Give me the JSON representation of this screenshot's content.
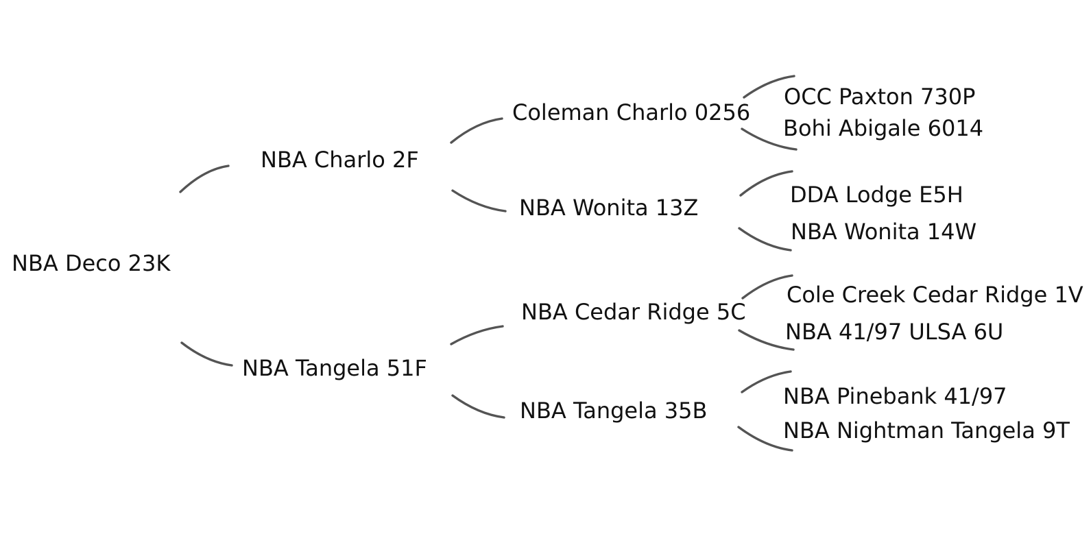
{
  "diagram": {
    "kind": "pedigree-tree",
    "orientation": "left-to-right",
    "generations": 4,
    "colors": {
      "background": "#ffffff",
      "text": "#111111",
      "connector": "#545454"
    }
  },
  "tree": {
    "label": "NBA Deco 23K",
    "children": [
      {
        "label": "NBA Charlo 2F",
        "children": [
          {
            "label": "Coleman Charlo 0256",
            "children": [
              {
                "label": "OCC Paxton 730P"
              },
              {
                "label": "Bohi Abigale 6014"
              }
            ]
          },
          {
            "label": "NBA Wonita 13Z",
            "children": [
              {
                "label": "DDA Lodge E5H"
              },
              {
                "label": "NBA Wonita 14W"
              }
            ]
          }
        ]
      },
      {
        "label": "NBA Tangela 51F",
        "children": [
          {
            "label": "NBA Cedar Ridge 5C",
            "children": [
              {
                "label": "Cole Creek Cedar Ridge 1V"
              },
              {
                "label": "NBA 41/97 ULSA 6U"
              }
            ]
          },
          {
            "label": "NBA Tangela 35B",
            "children": [
              {
                "label": "NBA Pinebank 41/97"
              },
              {
                "label": "NBA Nightman Tangela 9T"
              }
            ]
          }
        ]
      }
    ]
  }
}
